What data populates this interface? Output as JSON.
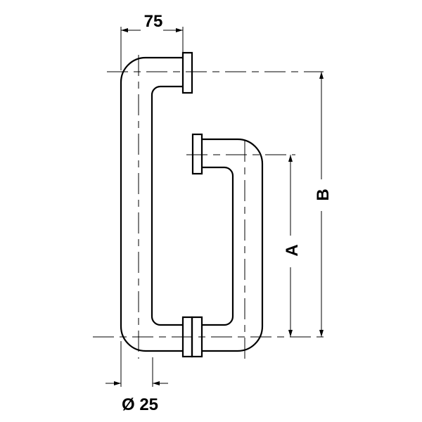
{
  "dimensions": {
    "width_label": "75",
    "diameter_label": "Ø 25",
    "a_label": "A",
    "b_label": "B"
  }
}
